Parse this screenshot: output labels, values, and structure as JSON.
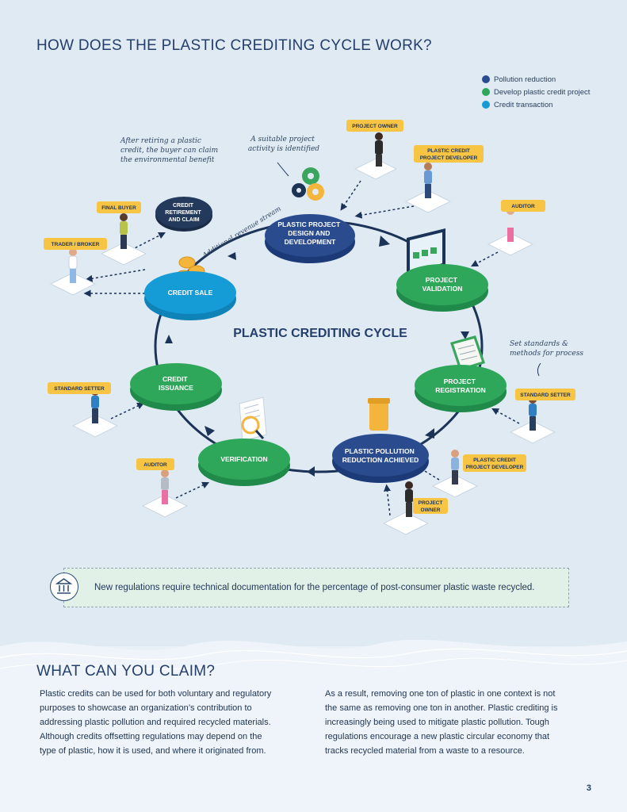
{
  "header": {
    "title": "HOW DOES THE PLASTIC CREDITING CYCLE WORK?"
  },
  "legend": [
    {
      "label": "Pollution reduction",
      "color": "#2a4c8f"
    },
    {
      "label": "Develop plastic credit project",
      "color": "#2fa75a"
    },
    {
      "label": "Credit transaction",
      "color": "#159bd6"
    }
  ],
  "cycle": {
    "center_label": "PLASTIC CREDITING CYCLE",
    "stages": {
      "design": [
        "PLASTIC PROJECT",
        "DESIGN AND",
        "DEVELOPMENT"
      ],
      "validation": [
        "PROJECT",
        "VALIDATION"
      ],
      "registration": [
        "PROJECT",
        "REGISTRATION"
      ],
      "reduction": [
        "PLASTIC POLLUTION",
        "REDUCTION ACHIEVED"
      ],
      "verification": [
        "VERIFICATION"
      ],
      "issuance": [
        "CREDIT",
        "ISSUANCE"
      ],
      "sale": [
        "CREDIT SALE"
      ],
      "retirement": [
        "CREDIT",
        "RETIREMENT",
        "AND CLAIM"
      ]
    },
    "actors": {
      "project_owner_top": [
        "PROJECT OWNER"
      ],
      "developer_top": [
        "PLASTIC CREDIT",
        "PROJECT DEVELOPER"
      ],
      "auditor_right": [
        "AUDITOR"
      ],
      "standard_setter_right": [
        "STANDARD SETTER"
      ],
      "developer_bottom": [
        "PLASTIC CREDIT",
        "PROJECT DEVELOPER"
      ],
      "project_owner_bottom": [
        "PROJECT",
        "OWNER"
      ],
      "auditor_left": [
        "AUDITOR"
      ],
      "standard_setter_left": [
        "STANDARD SETTER"
      ],
      "trader": [
        "TRADER / BROKER"
      ],
      "final_buyer": [
        "FINAL BUYER"
      ]
    },
    "annotations": {
      "retire": [
        "After retiring a plastic",
        "credit, the buyer can claim",
        "the environmental benefit"
      ],
      "suitable": [
        "A suitable project",
        "activity is identified"
      ],
      "standards": [
        "Set standards &",
        "methods for process"
      ],
      "revenue": "Additional revenue stream"
    }
  },
  "note": {
    "text": "New regulations require technical documentation for the percentage of post-consumer plastic waste recycled."
  },
  "claim": {
    "title": "WHAT CAN YOU CLAIM?",
    "left_lines": [
      "Plastic credits can be used for both voluntary and regulatory",
      "purposes to showcase an organization’s contribution to",
      "addressing plastic pollution and required recycled materials.",
      "Although credits offsetting regulations  may  depend on the",
      "type of plastic, how it is used, and where it originated from."
    ],
    "right_lines": [
      "As a result, removing one ton of plastic in one context is not",
      "the same as removing one ton in another. Plastic crediting is",
      "increasingly being used  to mitigate plastic pollution.  Tough",
      "regulations  encourage a new plastic circular economy that",
      "tracks recycled material from a waste to a resource."
    ]
  },
  "page_number": "3"
}
